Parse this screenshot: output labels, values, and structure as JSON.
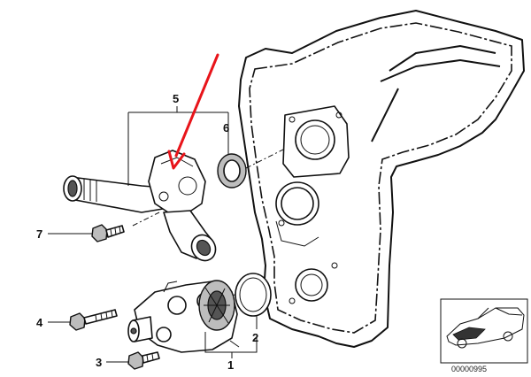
{
  "callouts": {
    "part_1": "1",
    "part_2": "2",
    "part_3": "3",
    "part_4": "4",
    "part_5": "5",
    "part_6": "6",
    "part_7": "7"
  },
  "reference_code": "00000995",
  "colors": {
    "line": "#111111",
    "arrow": "#e8141a",
    "shade": "#bdbdbd"
  }
}
